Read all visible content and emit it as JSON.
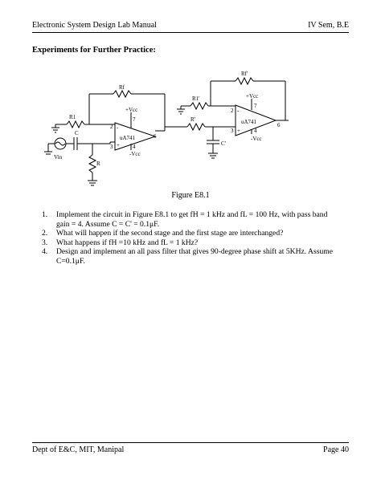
{
  "header": {
    "left": "Electronic System Design Lab Manual",
    "right": "IV Sem, B.E"
  },
  "section_title": "Experiments for Further Practice:",
  "circuit_labels": {
    "rf": "Rf",
    "rf2": "Rf'",
    "r1": "R1",
    "r1p": "R1'",
    "rp": "R'",
    "c": "C",
    "cp": "C'",
    "r": "R",
    "vin": "Vin",
    "vcc_pos": "+Vcc",
    "vcc_neg": "-Vcc",
    "chip": "uA741",
    "pin2": "2",
    "pin3": "3",
    "pin4": "4",
    "pin6": "6",
    "pin7": "7",
    "minus": "-",
    "plus": "+"
  },
  "figure_caption": "Figure E8.1",
  "items": [
    {
      "num": "1.",
      "text": "Implement the circuit in Figure E8.1 to get fH = 1 kHz and fL = 100 Hz, with pass band gain = 4. Assume C = C' = 0.1μF."
    },
    {
      "num": "2.",
      "text": "What will happen if the second stage and the first stage are interchanged?"
    },
    {
      "num": "3.",
      "text": "What happens if fH =10 kHz and fL = 1 kHz?"
    },
    {
      "num": "4.",
      "text": "Design and implement an all pass filter that gives 90-degree phase shift at 5KHz. Assume C=0.1μF."
    }
  ],
  "footer": {
    "left": "Dept of E&C, MIT, Manipal",
    "right": "Page 40"
  }
}
